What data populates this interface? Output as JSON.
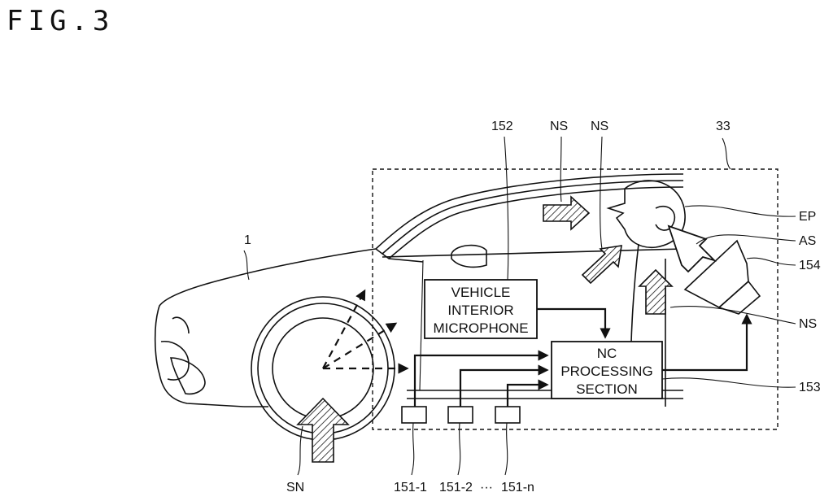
{
  "figure_title": "FIG.3",
  "labels": {
    "vehicle": "1",
    "mic_ref": "152",
    "ns_top_left": "NS",
    "ns_top_right": "NS",
    "system_ref": "33",
    "ep": "EP",
    "as": "AS",
    "speaker_ref": "154",
    "ns_right": "NS",
    "nc_ref": "153",
    "sn": "SN",
    "sensor_1": "151-1",
    "sensor_2": "151-2",
    "dots": "···",
    "sensor_n": "151-n"
  },
  "mic_box": {
    "line1": "VEHICLE",
    "line2": "INTERIOR",
    "line3": "MICROPHONE"
  },
  "nc_box": {
    "line1": "NC",
    "line2": "PROCESSING",
    "line3": "SECTION"
  }
}
